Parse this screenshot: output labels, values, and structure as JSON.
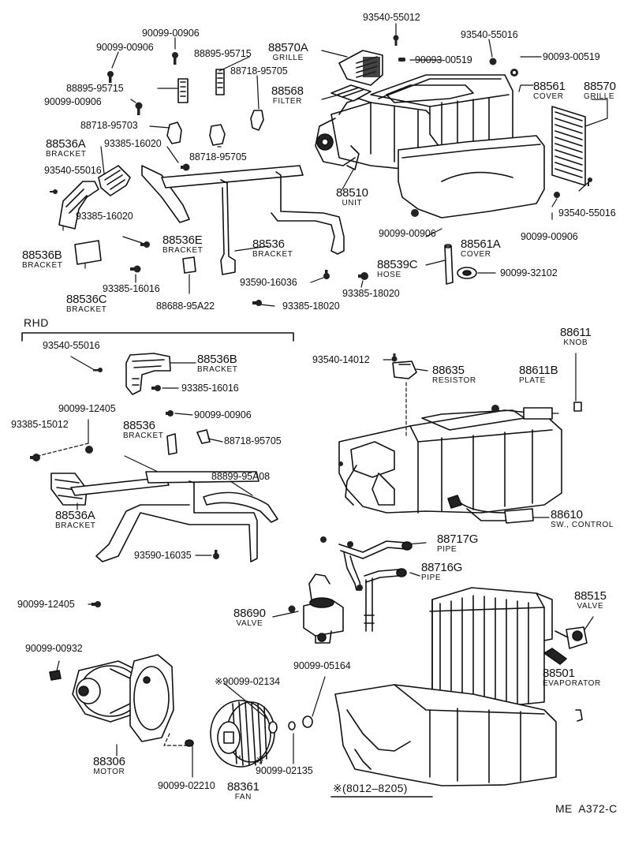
{
  "diagram": {
    "top_labels": {
      "p93540_55012": "93540-55012",
      "p90099_00906_a": "90099-00906",
      "p90099_00906_b": "90099-00906",
      "p88895_95715_a": "88895-95715",
      "p88570a_num": "88570A",
      "p88570a_name": "GRILLE",
      "p93540_55016_a": "93540-55016",
      "p90093_00519_a": "90093-00519",
      "p90093_00519_b": "90093-00519",
      "p88718_95705_a": "88718-95705",
      "p88895_95715_b": "88895-95715",
      "p88568_num": "88568",
      "p88568_name": "FILTER",
      "p88561_num": "88561",
      "p88561_name": "COVER",
      "p88570_num": "88570",
      "p88570_name": "GRILLE",
      "p90099_00906_c": "90099-00906",
      "p88718_95703": "88718-95703",
      "p88536a_num": "88536A",
      "p88536a_name": "BRACKET",
      "p93385_16020_a": "93385-16020",
      "p88718_95705_b": "88718-95705",
      "p93540_55016_b": "93540-55016",
      "p88510_num": "88510",
      "p88510_name": "UNIT",
      "p93540_55016_c": "93540-55016",
      "p93385_16020_b": "93385-16020",
      "p88536e_num": "88536E",
      "p88536e_name": "BRACKET",
      "p88536_num": "88536",
      "p88536_name": "BRACKET",
      "p90099_00906_d": "90099-00906",
      "p90099_00906_e": "90099-00906",
      "p88561a_num": "88561A",
      "p88561a_name": "COVER",
      "p88536b_num": "88536B",
      "p88536b_name": "BRACKET",
      "p88539c_num": "88539C",
      "p88539c_name": "HOSE",
      "p90099_32102": "90099-32102",
      "p93590_16036": "93590-16036",
      "p88536c_num": "88536C",
      "p88536c_name": "BRACKET",
      "p93385_16016_a": "93385-16016",
      "p93385_18020_a": "93385-18020",
      "p88688_95a22": "88688-95A22",
      "p93385_18020_b": "93385-18020"
    },
    "rhd_section": {
      "header": "RHD",
      "p93540_55016": "93540-55016",
      "p88536b_num": "88536B",
      "p88536b_name": "BRACKET",
      "p93385_16016": "93385-16016",
      "p90099_12405_a": "90099-12405",
      "p90099_00906": "90099-00906",
      "p93385_15012": "93385-15012",
      "p88536_num": "88536",
      "p88536_name": "BRACKET",
      "p88718_95705": "88718-95705",
      "p88899_95a08": "88899-95A08",
      "p88536a_num": "88536A",
      "p88536a_name": "BRACKET",
      "p93590_16035": "93590-16035",
      "p90099_12405_b": "90099-12405"
    },
    "right_section": {
      "p88611_num": "88611",
      "p88611_name": "KNOB",
      "p93540_14012": "93540-14012",
      "p88635_num": "88635",
      "p88635_name": "RESISTOR",
      "p88611b_num": "88611B",
      "p88611b_name": "PLATE",
      "p88610_num": "88610",
      "p88610_name": "SW., CONTROL",
      "p88717g_num": "88717G",
      "p88717g_name": "PIPE",
      "p88716g_num": "88716G",
      "p88716g_name": "PIPE",
      "p88515_num": "88515",
      "p88515_name": "VALVE",
      "p88690_num": "88690",
      "p88690_name": "VALVE",
      "p88501_num": "88501",
      "p88501_name": "EVAPORATOR"
    },
    "lower_section": {
      "p90099_00932": "90099-00932",
      "p90099_05164": "90099-05164",
      "p90099_02134": "※90099-02134",
      "p88306_num": "88306",
      "p88306_name": "MOTOR",
      "p90099_02135": "※\n90099-02135",
      "p88361_num": "88361",
      "p88361_name": "FAN",
      "p90099_02210": "90099-02210",
      "footnote": "※(8012–8205)"
    },
    "figure_code": "ME  A372-C"
  }
}
